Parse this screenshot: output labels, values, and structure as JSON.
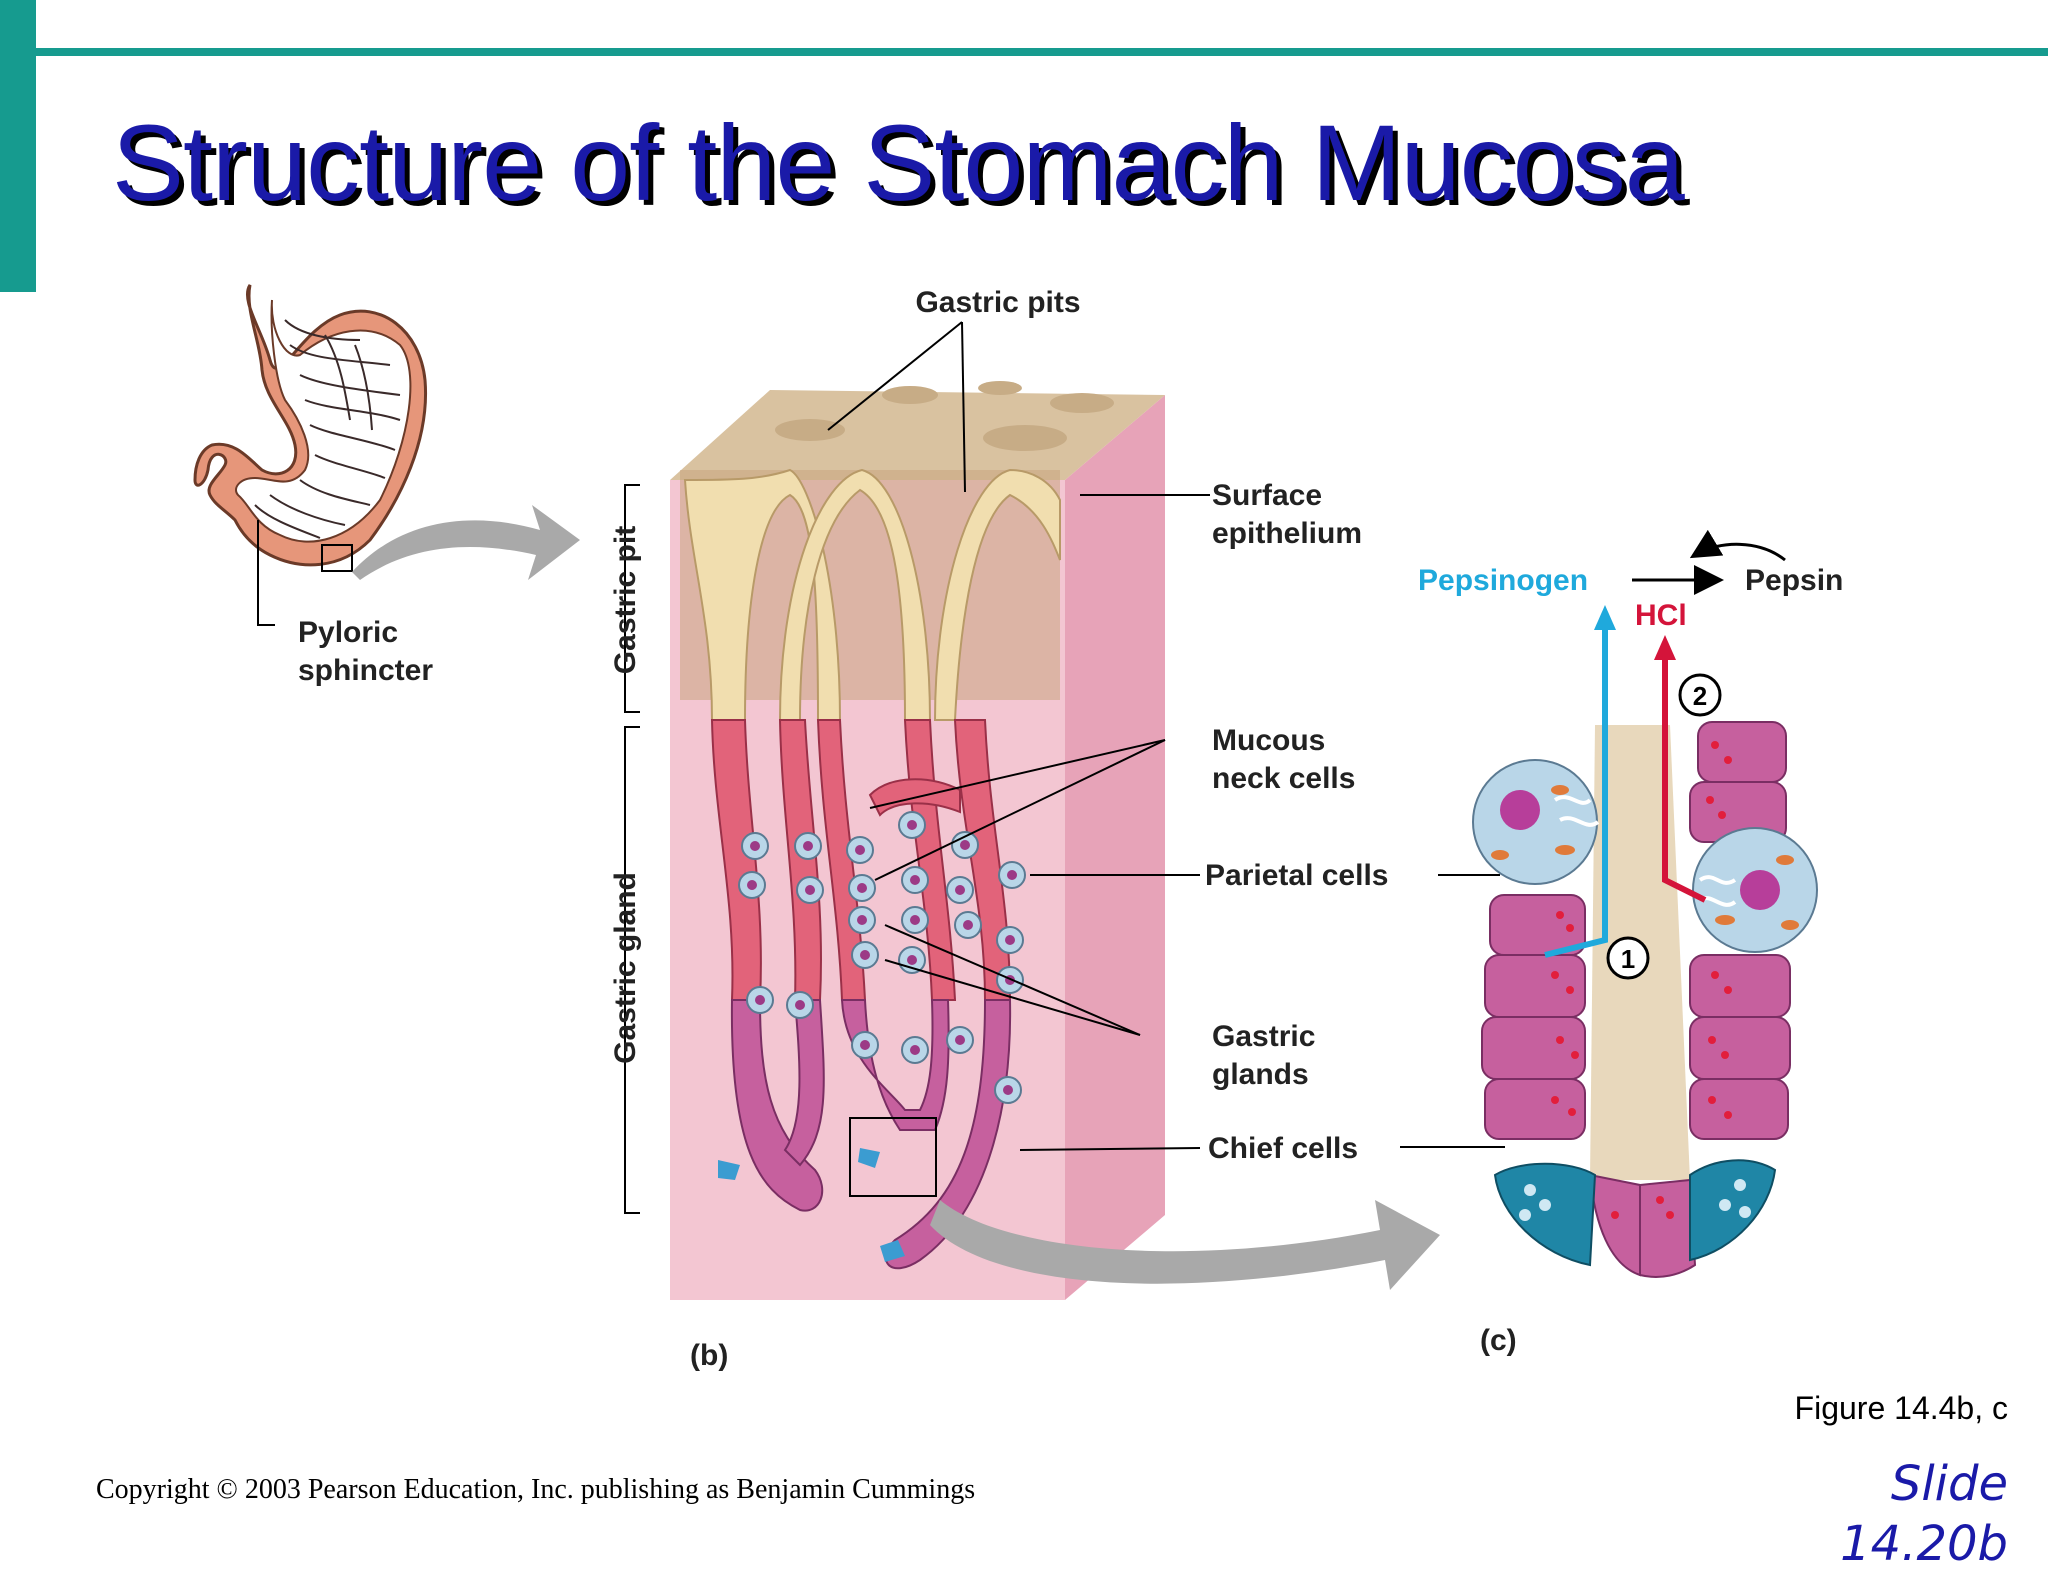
{
  "slide": {
    "title": "Structure of the Stomach Mucosa",
    "figure_ref": "Figure 14.4b, c",
    "copyright": "Copyright © 2003 Pearson Education, Inc. publishing as Benjamin Cummings",
    "slide_label_line1": "Slide",
    "slide_label_line2": "14.20b"
  },
  "diagram": {
    "labels": {
      "pyloric_sphincter_1": "Pyloric",
      "pyloric_sphincter_2": "sphincter",
      "gastric_pits": "Gastric pits",
      "surface_epithelium_1": "Surface",
      "surface_epithelium_2": "epithelium",
      "gastric_pit_side": "Gastric pit",
      "gastric_gland_side": "Gastric gland",
      "mucous_neck_1": "Mucous",
      "mucous_neck_2": "neck cells",
      "parietal_cells": "Parietal cells",
      "gastric_glands_1": "Gastric",
      "gastric_glands_2": "glands",
      "chief_cells": "Chief cells",
      "panel_b": "(b)",
      "panel_c": "(c)",
      "pepsinogen": "Pepsinogen",
      "pepsin": "Pepsin",
      "hcl": "HCl",
      "step1": "1",
      "step2": "2"
    },
    "colors": {
      "pepsinogen": "#1fa9dc",
      "hcl": "#d4143a",
      "tissue_pink": "#f3c6d2",
      "tan": "#d9c2a0",
      "gland_red": "#e2637a",
      "chief_purple": "#c6609e",
      "parietal_blue": "#b9d6e8",
      "teal_cell": "#1f86a6",
      "arrow_gray": "#a9a9a9"
    }
  }
}
